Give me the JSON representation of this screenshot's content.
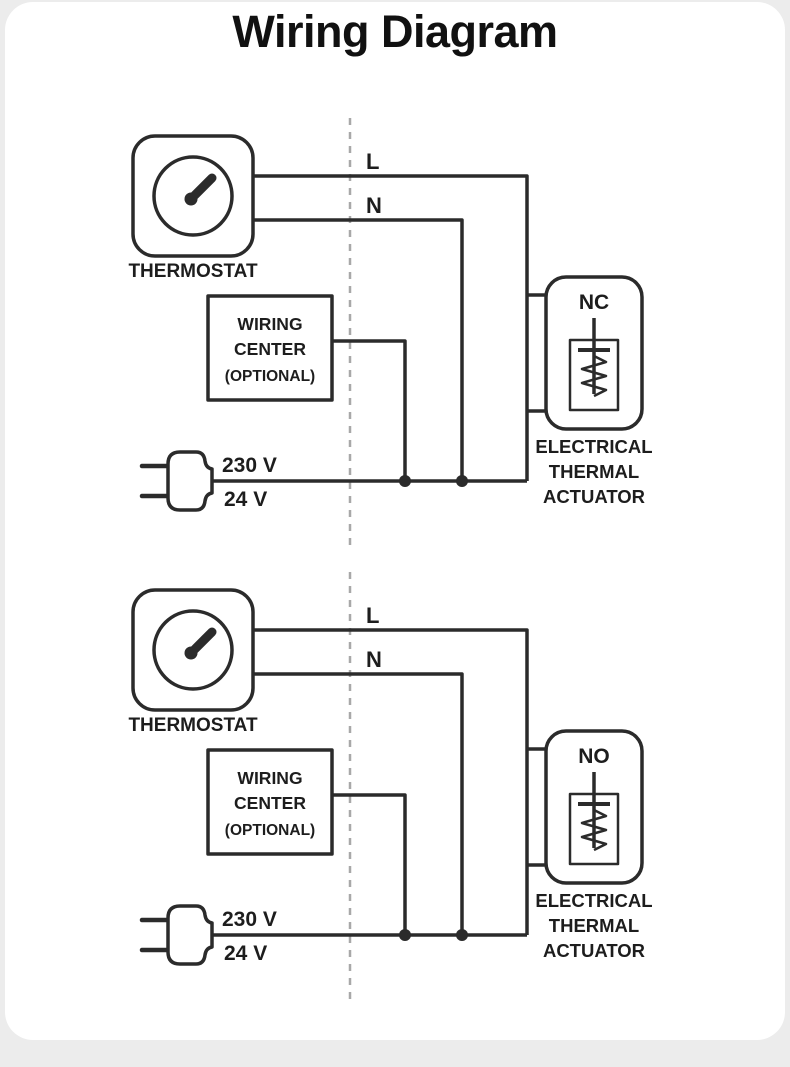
{
  "title": "Wiring Diagram",
  "colors": {
    "background": "#ececec",
    "card": "#ffffff",
    "line": "#2b2b2b",
    "dashed_line": "#a8a8a8",
    "text": "#1d1d1d"
  },
  "diagram_nc": {
    "thermostat_label": "THERMOSTAT",
    "wire_l_label": "L",
    "wire_n_label": "N",
    "wiring_center_line1": "WIRING",
    "wiring_center_line2": "CENTER",
    "wiring_center_line3": "(OPTIONAL)",
    "voltage_primary": "230 V",
    "voltage_secondary": "24 V",
    "actuator_mode": "NC",
    "actuator_line1": "ELECTRICAL",
    "actuator_line2": "THERMAL",
    "actuator_line3": "ACTUATOR"
  },
  "diagram_no": {
    "thermostat_label": "THERMOSTAT",
    "wire_l_label": "L",
    "wire_n_label": "N",
    "wiring_center_line1": "WIRING",
    "wiring_center_line2": "CENTER",
    "wiring_center_line3": "(OPTIONAL)",
    "voltage_primary": "230 V",
    "voltage_secondary": "24 V",
    "actuator_mode": "NO",
    "actuator_line1": "ELECTRICAL",
    "actuator_line2": "THERMAL",
    "actuator_line3": "ACTUATOR"
  }
}
